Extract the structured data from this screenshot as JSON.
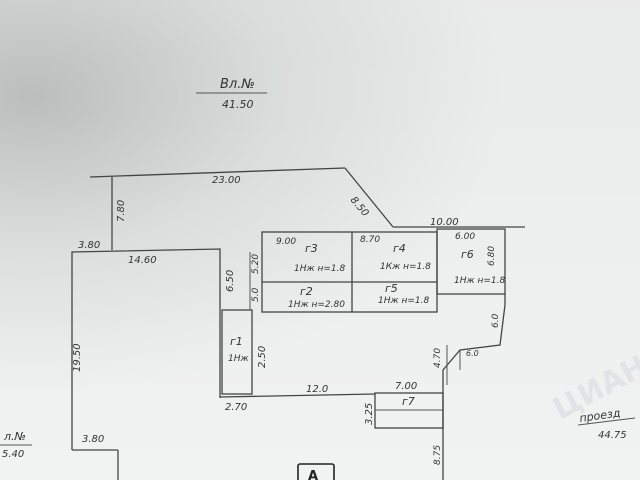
{
  "labels": {
    "vl_top": "Вл.№",
    "vl_top_val": "41.50",
    "d_23_00": "23.00",
    "d_7_80": "7.80",
    "d_8_50": "8.50",
    "d_10_00": "10.00",
    "d_3_80_top": "3.80",
    "d_14_60": "14.60",
    "d_19_50": "19.50",
    "d_6_50": "6.50",
    "d_2_50": "2.50",
    "d_2_70": "2.70",
    "d_12_0": "12.0",
    "d_7_00": "7.00",
    "d_3_25": "3.25",
    "d_3_80_bot": "3.80",
    "d_4_70": "4.70",
    "d_6_0": "6.0",
    "d_6_80": "6.80",
    "d_8_75": "8.75",
    "d_6_00": "6.00",
    "d_9_00": "9.00",
    "d_8_70": "8.70",
    "d_5_20": "5.20",
    "d_5_0": "5.0",
    "d_6_0_small": "6.0",
    "g3": "г3",
    "g3_sub": "1Нж  н=1.8",
    "g4": "г4",
    "g4_sub": "1Кж  н=1.8",
    "g6": "г6",
    "g6_sub": "1Нж  н=1.8",
    "g2": "г2",
    "g2_sub": "1Нж  н=2.80",
    "g5": "г5",
    "g5_sub": "1Нж  н=1.8",
    "g1": "г1",
    "g1_sub": "1Нж",
    "g7": "г7",
    "proezd": "проезд",
    "proezd_val": "44.75",
    "vl_left": "л.№",
    "vl_left_val": "5.40",
    "a_bottom": "А"
  },
  "watermark": "ЦИАН",
  "colors": {
    "paper": "#f1f2f2",
    "ink": "#444444"
  }
}
